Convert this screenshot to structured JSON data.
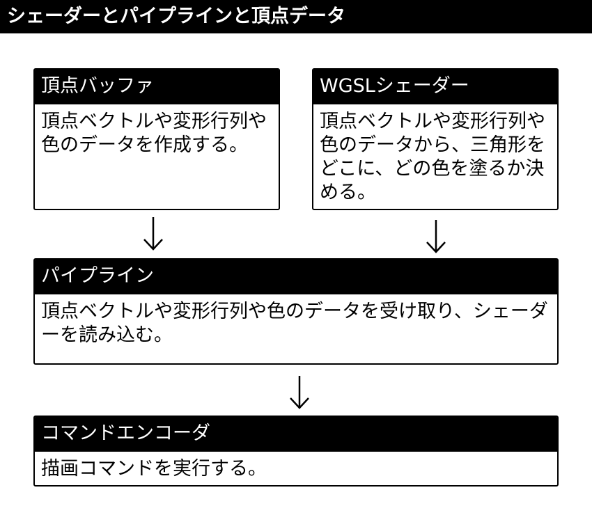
{
  "title": "シェーダーとパイプラインと頂点データ",
  "boxes": {
    "vertex_buffer": {
      "header": "頂点バッファ",
      "body": "頂点ベクトルや変形行列や色のデータを作成する。"
    },
    "wgsl_shader": {
      "header": "WGSLシェーダー",
      "body": "頂点ベクトルや変形行列や色のデータから、三角形をどこに、どの色を塗るか決める。"
    },
    "pipeline": {
      "header": "パイプライン",
      "body": "頂点ベクトルや変形行列や色のデータを受け取り、シェーダーを読み込む。"
    },
    "command_encoder": {
      "header": "コマンドエンコーダ",
      "body": "描画コマンドを実行する。"
    }
  }
}
